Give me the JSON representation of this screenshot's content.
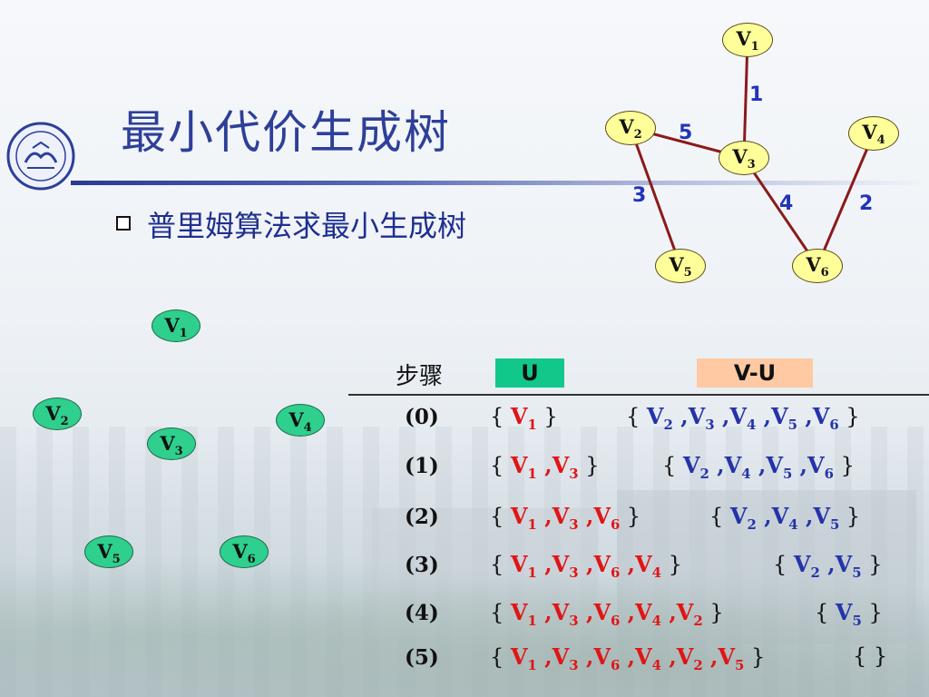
{
  "slide": {
    "title": "最小代价生成树",
    "subtitle": "普里姆算法求最小生成树",
    "logo_icon": "university-seal-icon"
  },
  "example_graph": {
    "nodes": [
      {
        "id": "V1",
        "letter": "V",
        "sub": "1"
      },
      {
        "id": "V2",
        "letter": "V",
        "sub": "2"
      },
      {
        "id": "V3",
        "letter": "V",
        "sub": "3"
      },
      {
        "id": "V4",
        "letter": "V",
        "sub": "4"
      },
      {
        "id": "V5",
        "letter": "V",
        "sub": "5"
      },
      {
        "id": "V6",
        "letter": "V",
        "sub": "6"
      }
    ],
    "edges": [
      {
        "from": "V1",
        "to": "V3",
        "weight": "1"
      },
      {
        "from": "V2",
        "to": "V3",
        "weight": "5"
      },
      {
        "from": "V2",
        "to": "V5",
        "weight": "3"
      },
      {
        "from": "V3",
        "to": "V6",
        "weight": "4"
      },
      {
        "from": "V4",
        "to": "V6",
        "weight": "2"
      }
    ],
    "edge_color": "#8b1a1a",
    "node_fill": "#ffff99"
  },
  "work_graph": {
    "nodes": [
      {
        "id": "V1",
        "letter": "V",
        "sub": "1"
      },
      {
        "id": "V2",
        "letter": "V",
        "sub": "2"
      },
      {
        "id": "V3",
        "letter": "V",
        "sub": "3"
      },
      {
        "id": "V4",
        "letter": "V",
        "sub": "4"
      },
      {
        "id": "V5",
        "letter": "V",
        "sub": "5"
      },
      {
        "id": "V6",
        "letter": "V",
        "sub": "6"
      }
    ],
    "node_fill": "#2fcf8d"
  },
  "table": {
    "header_step": "步骤",
    "header_u": "U",
    "header_vu": "V-U",
    "u_color": "#11c78a",
    "vu_color": "#ffc9a3",
    "rows": [
      {
        "step": "(0)",
        "u": [
          "1"
        ],
        "vu": [
          "2",
          "3",
          "4",
          "5",
          "6"
        ]
      },
      {
        "step": "(1)",
        "u": [
          "1",
          "3"
        ],
        "vu": [
          "2",
          "4",
          "5",
          "6"
        ]
      },
      {
        "step": "(2)",
        "u": [
          "1",
          "3",
          "6"
        ],
        "vu": [
          "2",
          "4",
          "5"
        ]
      },
      {
        "step": "(3)",
        "u": [
          "1",
          "3",
          "6",
          "4"
        ],
        "vu": [
          "2",
          "5"
        ]
      },
      {
        "step": "(4)",
        "u": [
          "1",
          "3",
          "6",
          "4",
          "2"
        ],
        "vu": [
          "5"
        ]
      },
      {
        "step": "(5)",
        "u": [
          "1",
          "3",
          "6",
          "4",
          "2",
          "5"
        ],
        "vu": []
      }
    ]
  }
}
